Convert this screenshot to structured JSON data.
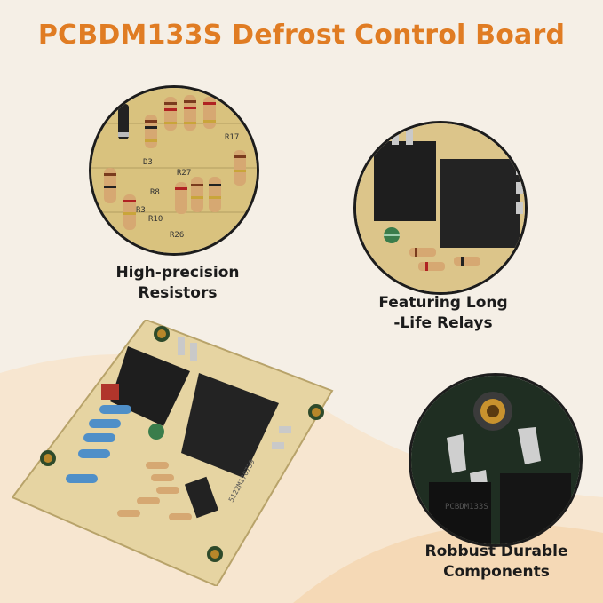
{
  "title": "PCBDM133S Defrost Control Board",
  "captions": {
    "resistors": [
      "High-precision",
      "Resistors"
    ],
    "relays": [
      "Featuring Long",
      "-Life Relays"
    ],
    "components": [
      "Robbust Durable",
      "Components"
    ]
  },
  "board_markings": {
    "resistor_labels": [
      "R3",
      "R8",
      "R10",
      "R27",
      "R26",
      "R17",
      "D3"
    ],
    "relay_text": "5122M170739",
    "chip_text": "PCBDM133S"
  },
  "colors": {
    "title": "#e07c23",
    "background": "#f5efe6",
    "board": "#e6d4a2",
    "relay": "#1e1e1e",
    "ring": "#1c1c1c"
  }
}
